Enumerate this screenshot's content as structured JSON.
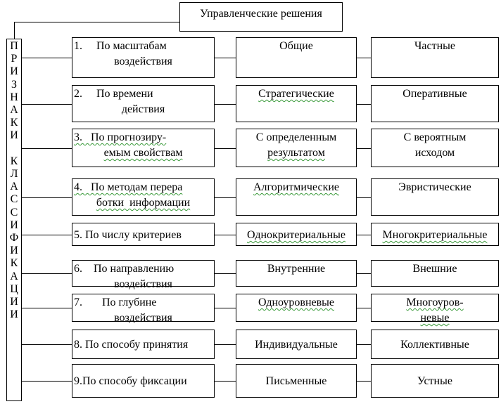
{
  "title": "Управленческие решения",
  "side_label": [
    "П",
    "Р",
    "И",
    "З",
    "Н",
    "А",
    "К",
    "И",
    "",
    "К",
    "Л",
    "А",
    "С",
    "С",
    "И",
    "Ф",
    "И",
    "К",
    "А",
    "Ц",
    "И",
    "И"
  ],
  "rows": [
    {
      "category": [
        "1.     По масштабам",
        "воздействия"
      ],
      "option1": [
        "Общие"
      ],
      "option2": [
        "Частные"
      ]
    },
    {
      "category": [
        "2.     По времени",
        "действия"
      ],
      "option1": [
        "Стратегические"
      ],
      "option2": [
        "Оперативные"
      ]
    },
    {
      "category": [
        "3.   По прогнозиру-",
        "емым свойствам"
      ],
      "option1": [
        "С определенным",
        "результатом"
      ],
      "option2": [
        "С вероятным",
        "исходом"
      ]
    },
    {
      "category": [
        "4.   По методам перера",
        "ботки  информации"
      ],
      "option1": [
        "Алгоритмические"
      ],
      "option2": [
        "Эвристические"
      ]
    },
    {
      "category": [
        "5. По числу критериев"
      ],
      "option1": [
        "Однокритериальные"
      ],
      "option2": [
        "Многокритериальные"
      ]
    },
    {
      "category": [
        "6.    По направлению",
        "воздействия"
      ],
      "option1": [
        "Внутренние"
      ],
      "option2": [
        "Внешние"
      ]
    },
    {
      "category": [
        "7.       По глубине",
        "воздействия"
      ],
      "option1": [
        "Одноуровневые"
      ],
      "option2": [
        "Многоуров-",
        "невые"
      ]
    },
    {
      "category": [
        "8. По способу принятия"
      ],
      "option1": [
        "Индивидуальные"
      ],
      "option2": [
        "Коллективные"
      ]
    },
    {
      "category": [
        "9.По способу фиксации"
      ],
      "option1": [
        "Письменные"
      ],
      "option2": [
        "Устные"
      ]
    }
  ]
}
